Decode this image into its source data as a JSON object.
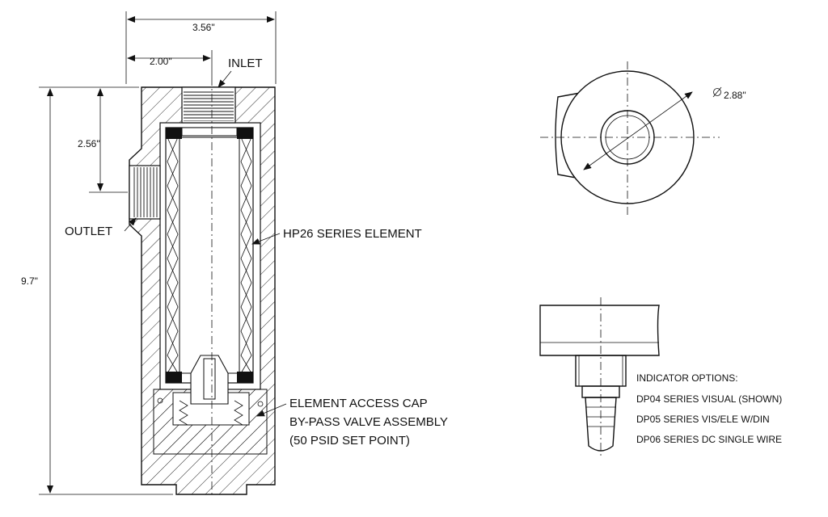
{
  "labels": {
    "inlet": "INLET",
    "outlet": "OUTLET",
    "element": "HP26 SERIES ELEMENT",
    "access_cap": "ELEMENT ACCESS CAP",
    "bypass_line1": "BY-PASS VALVE ASSEMBLY",
    "bypass_line2": "(50 PSID SET POINT)"
  },
  "dimensions": {
    "overall_width": "3.56\"",
    "inlet_offset": "2.00\"",
    "outlet_height": "2.56\"",
    "overall_height": "9.7\"",
    "diameter": "2.88\""
  },
  "indicator": {
    "heading": "INDICATOR OPTIONS:",
    "options": [
      "DP04 SERIES VISUAL (SHOWN)",
      "DP05 SERIES VIS/ELE W/DIN",
      "DP06 SERIES DC SINGLE WIRE"
    ]
  },
  "colors": {
    "ink": "#111111",
    "background": "#ffffff"
  }
}
